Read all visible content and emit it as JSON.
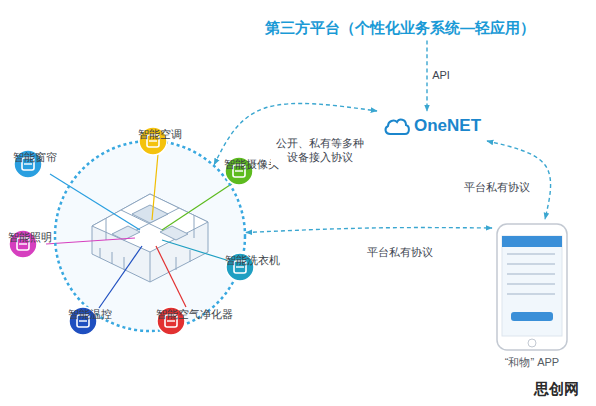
{
  "diagram": {
    "nodes": [
      {
        "text": [
          "第三方平台（个性化业务系统—轻应用）"
        ]
      },
      {
        "text": [
          "OneNET"
        ]
      },
      {
        "text": []
      },
      {
        "text": [
          "智能空调"
        ],
        "in": 2
      },
      {
        "text": [
          "智能窗帘"
        ],
        "in": 2
      },
      {
        "text": [
          "智能摄像头"
        ],
        "in": 2
      },
      {
        "text": [
          "智能照明"
        ],
        "in": 2
      },
      {
        "text": [
          "智能洗衣机"
        ],
        "in": 2
      },
      {
        "text": [
          "智能温控"
        ],
        "in": 2
      },
      {
        "text": [
          "智能空气净化器"
        ],
        "in": 2
      },
      {
        "text": [
          "“和物” APP"
        ]
      }
    ],
    "edges": [
      {
        "from": 0,
        "to": 1,
        "arrow": "to",
        "label": "API"
      },
      {
        "from": 2,
        "to": 1,
        "arrow": "both",
        "label": "公开、私有等多种 设备接入协议"
      },
      {
        "from": 1,
        "to": 10,
        "arrow": "both",
        "label": "平台私有协议"
      },
      {
        "from": 2,
        "to": 10,
        "arrow": "both",
        "label": "平台私有协议"
      }
    ],
    "labels": [
      "思创网"
    ]
  }
}
